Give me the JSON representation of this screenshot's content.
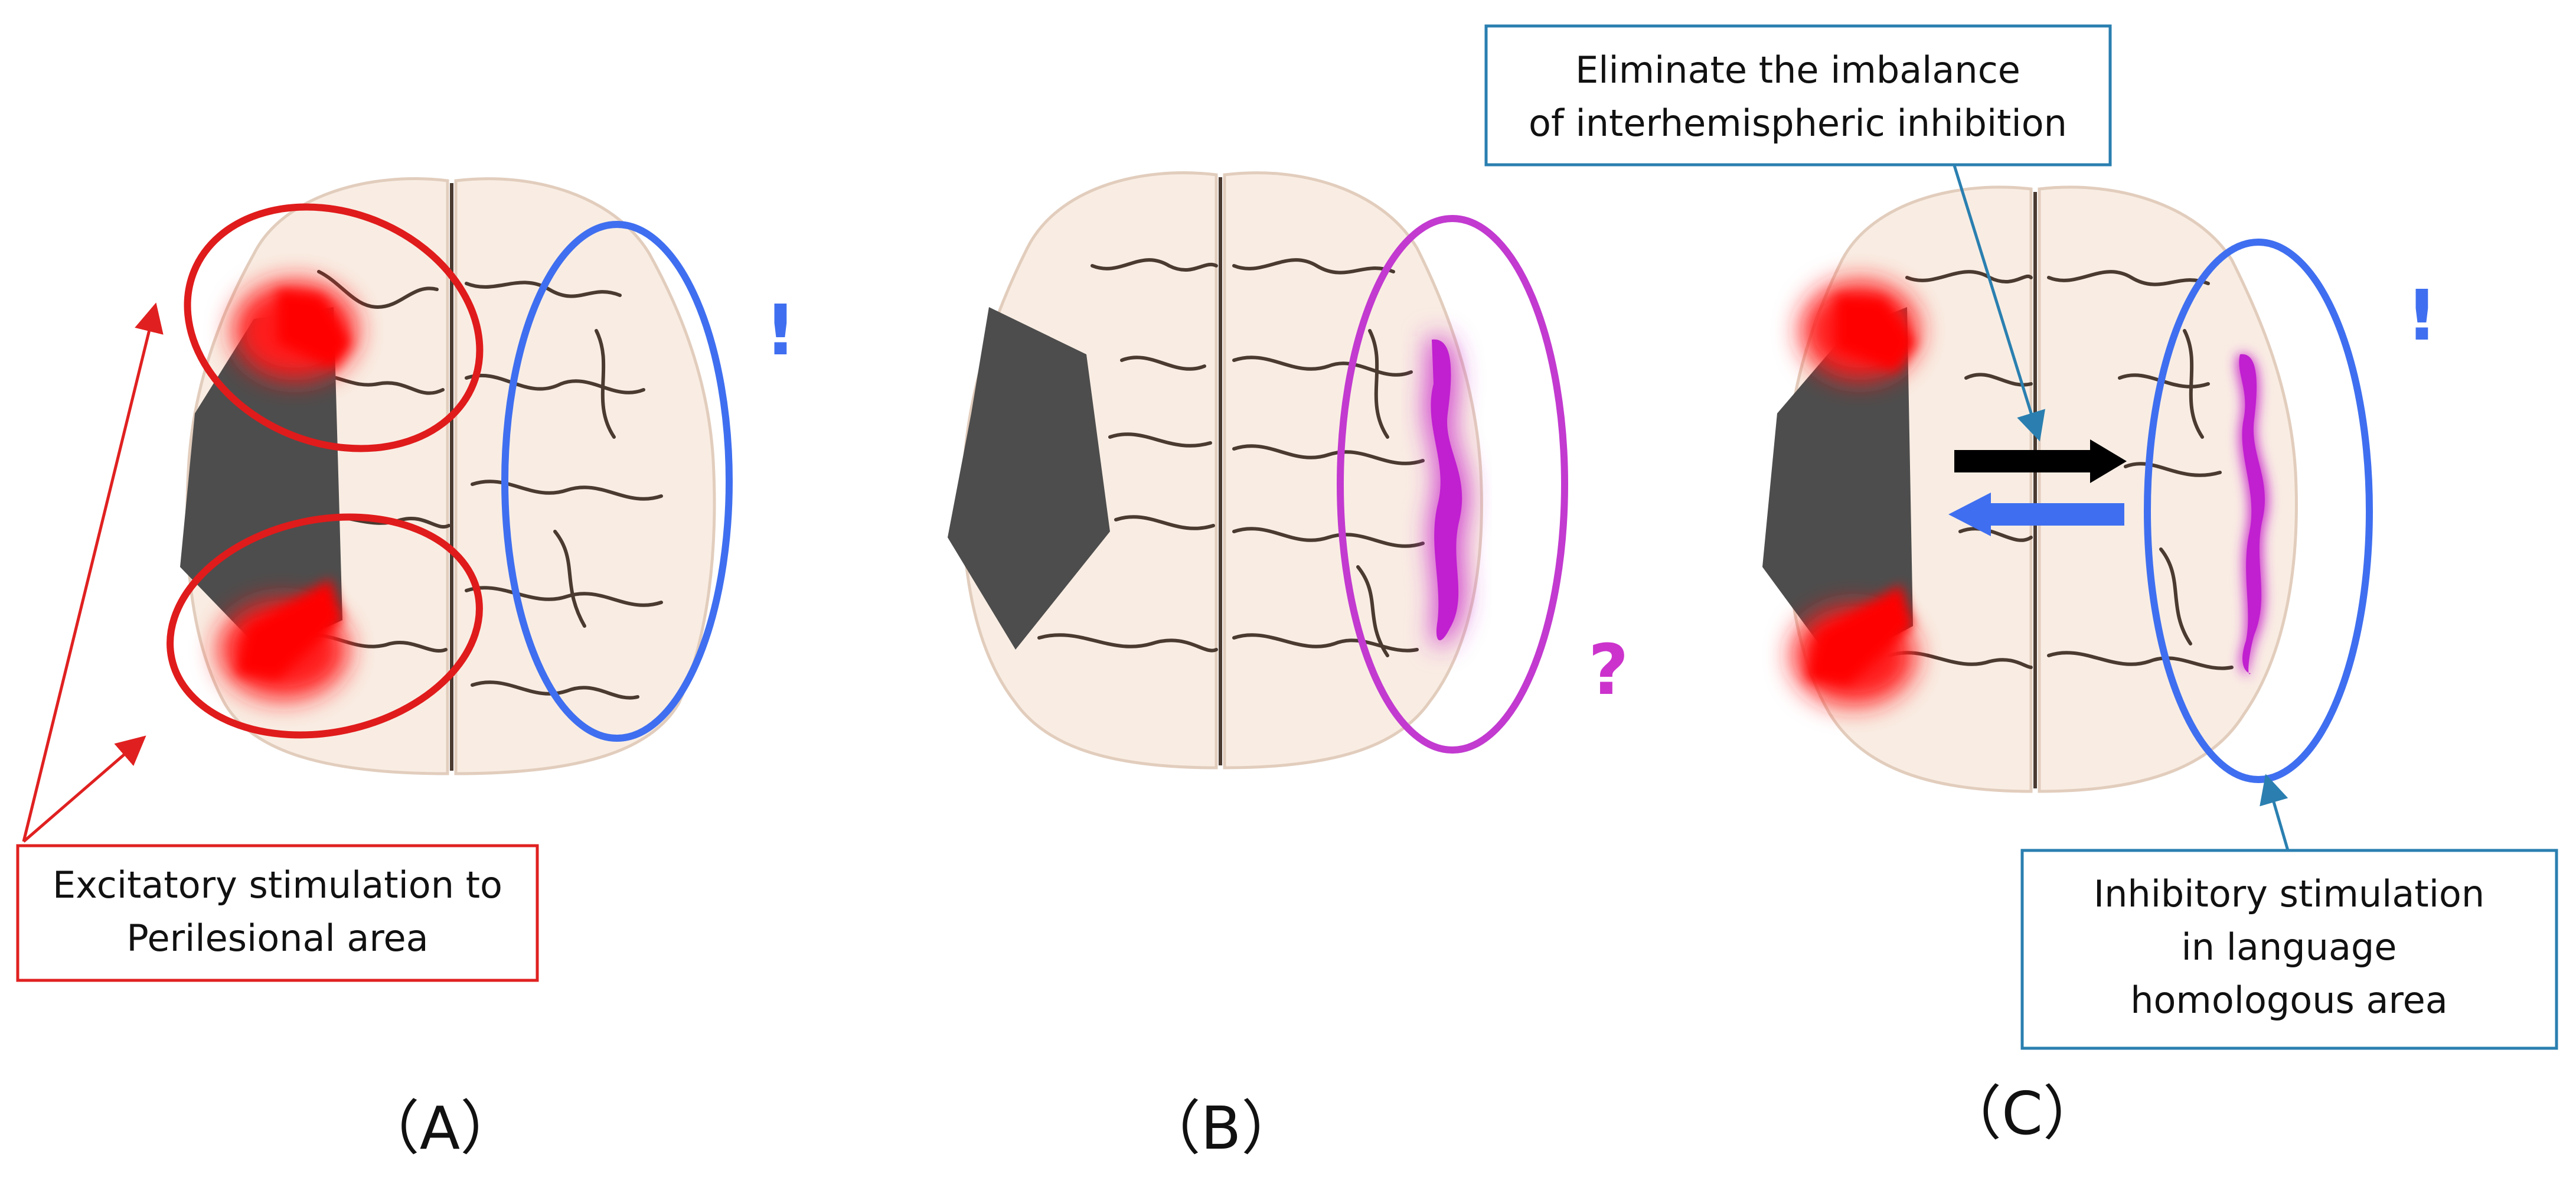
{
  "panels": {
    "a": {
      "label": "（A）",
      "mark": "!",
      "annotation": [
        "Excitatory stimulation to",
        "Perilesional area"
      ]
    },
    "b": {
      "label": "（B）",
      "mark": "?"
    },
    "c": {
      "label": "（C）",
      "mark": "!",
      "annotation_top": [
        "Eliminate the imbalance",
        "of interhemispheric inhibition"
      ],
      "annotation_bottom": [
        "Inhibitory stimulation",
        "in language",
        "homologous area"
      ]
    }
  },
  "colors": {
    "brain_fill": "#f9ede3",
    "brain_outline": "#e2cdbd",
    "lesion": "#4d4d4d",
    "excitatory": "#ff1a1a",
    "inhibitory": "#3f6ff0",
    "unknown": "#cc33cc",
    "callout_box": "#2a7fb0",
    "black_arrow": "#000000"
  }
}
